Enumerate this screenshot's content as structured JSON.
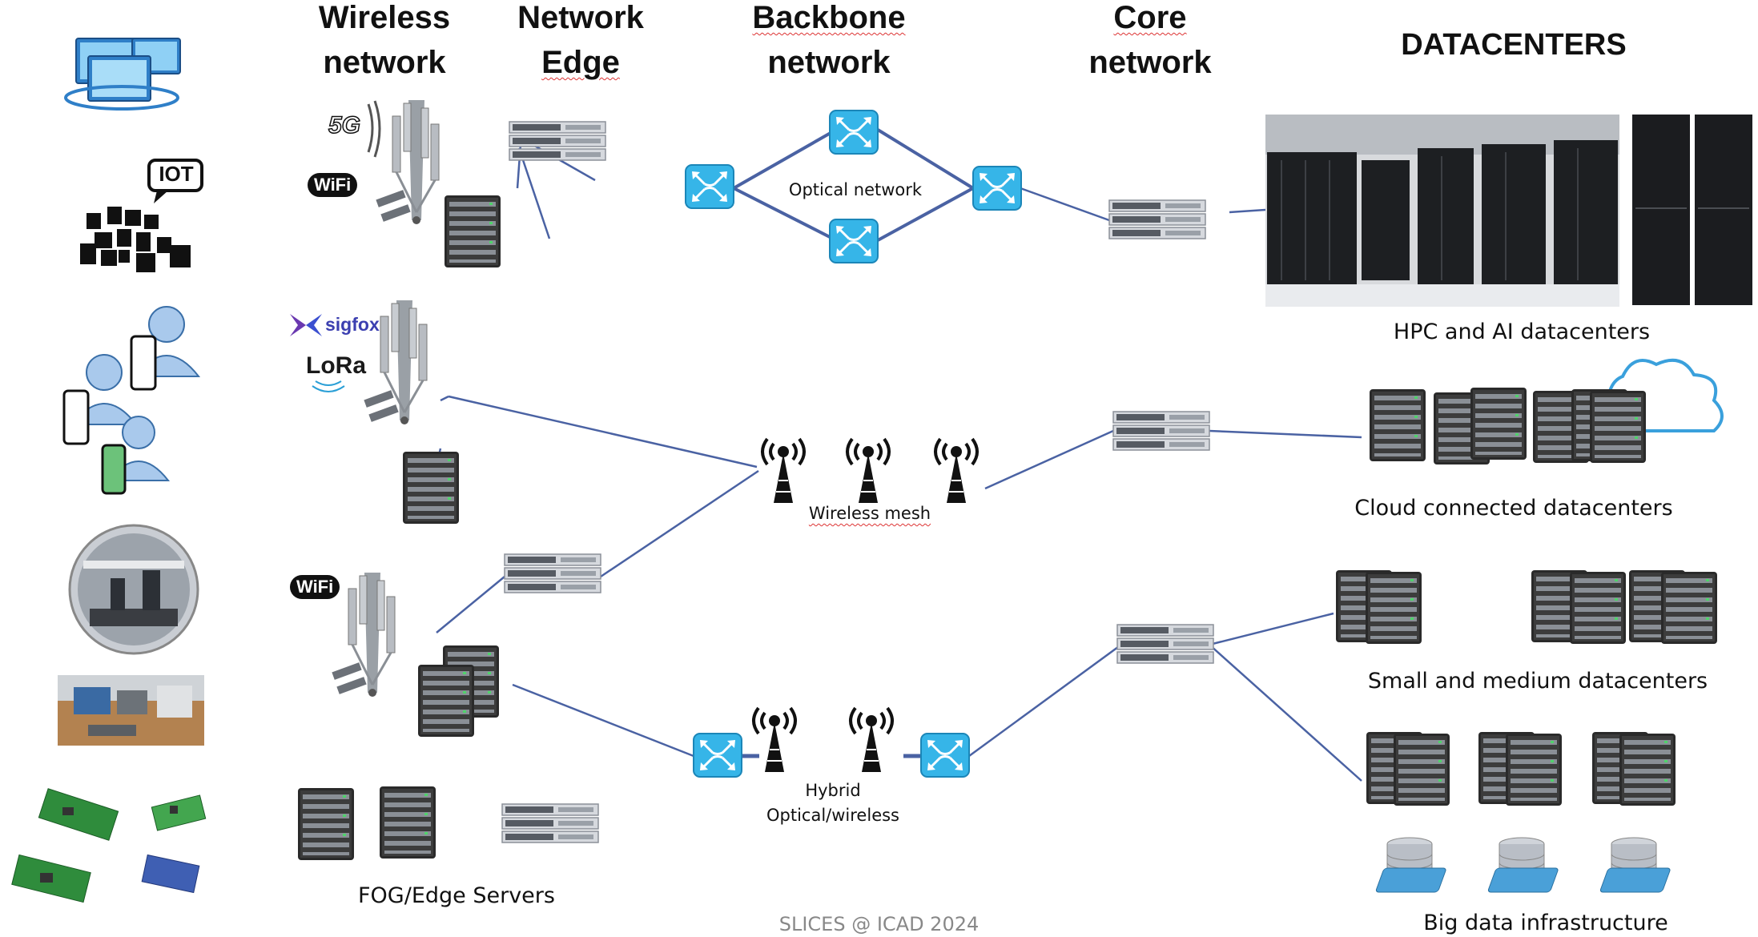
{
  "headers": {
    "wireless_network": [
      "Wireless",
      "network"
    ],
    "network_edge": [
      "Network",
      "Edge"
    ],
    "backbone_network": [
      "Backbone",
      "network"
    ],
    "core_network": [
      "Core",
      "network"
    ],
    "datacenters": "DATACENTERS"
  },
  "labels": {
    "optical_network": "Optical network",
    "wireless_mesh": "Wireless mesh",
    "hybrid": [
      "Hybrid",
      "Optical/wireless"
    ],
    "fog_edge_servers": "FOG/Edge Servers",
    "hpc_ai_datacenters": "HPC and AI datacenters",
    "cloud_connected_datacenters": "Cloud connected datacenters",
    "small_medium_datacenters": "Small and medium datacenters",
    "big_data_infrastructure": "Big data infrastructure"
  },
  "badges": {
    "iot": "IOT",
    "fiveg": "5G",
    "wifi": "WiFi",
    "sigfox": "sigfox",
    "lora": "LoRa"
  },
  "footer": "SLICES @ ICAD 2024",
  "colors": {
    "link_line": "#4a62a3",
    "switch_fill": "#36b5e8",
    "text": "#111111",
    "footer_text": "#888888"
  },
  "icons": [
    "laptops-icon",
    "iot-devices-icon",
    "mobile-users-icon",
    "robot-lab-photo",
    "lab-bench-photo",
    "circuit-boards-icon",
    "cell-tower-icon",
    "server-rack-icon",
    "network-switch-icon",
    "optical-router-icon",
    "radio-antenna-icon",
    "datacenter-photo",
    "cloud-icon",
    "database-icon"
  ]
}
